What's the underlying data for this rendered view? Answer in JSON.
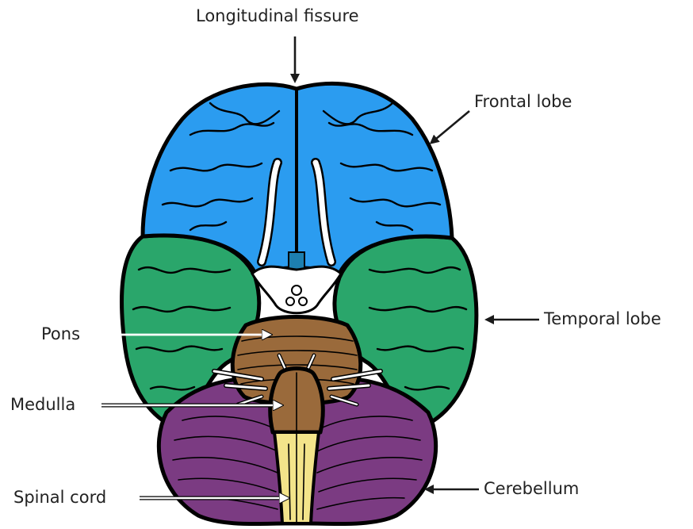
{
  "labels": {
    "longitudinal_fissure": "Longitudinal fissure",
    "frontal_lobe": "Frontal lobe",
    "temporal_lobe": "Temporal lobe",
    "pons": "Pons",
    "medulla": "Medulla",
    "cerebellum": "Cerebellum",
    "spinal_cord": "Spinal cord"
  },
  "colors": {
    "frontal_lobe": "#2b9cf0",
    "temporal_lobe": "#2aa66b",
    "cerebellum": "#7b3b82",
    "brainstem": "#9a6a3b",
    "spinal_cord": "#f3e48a",
    "fissure_accent": "#1d7fb0",
    "outline": "#000000",
    "label_text": "#222222"
  }
}
